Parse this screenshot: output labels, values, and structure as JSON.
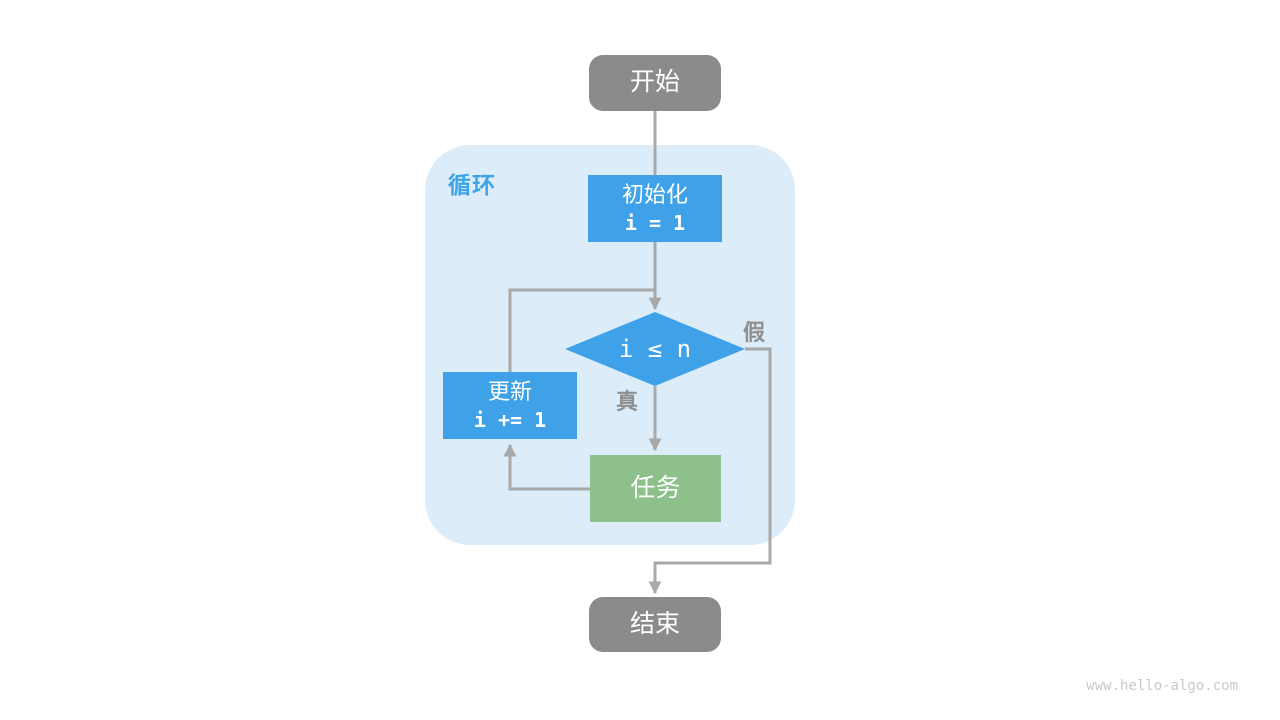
{
  "page": {
    "watermark": "www.hello-algo.com"
  },
  "colors": {
    "page-bg": "#ffffff",
    "container-bg": "#dcecf9",
    "loop-label-blue": "#3da4e8",
    "node-gray": "#8b8b8b",
    "node-blue": "#3fa2e8",
    "node-green": "#8ec08c",
    "node-text": "#ffffff",
    "line-gray": "#a9a9a9",
    "edge-label-gray": "#8f8f8f",
    "watermark-gray": "#c9c9c9"
  },
  "flowchart": {
    "loop_label": "循环",
    "nodes": {
      "start": {
        "label": "开始"
      },
      "init": {
        "label": "初始化",
        "code": "i = 1"
      },
      "condition": {
        "code": "i ≤ n"
      },
      "update": {
        "label": "更新",
        "code": "i += 1"
      },
      "task": {
        "label": "任务"
      },
      "end": {
        "label": "结束"
      }
    },
    "edge_labels": {
      "true_branch": "真",
      "false_branch": "假"
    }
  }
}
